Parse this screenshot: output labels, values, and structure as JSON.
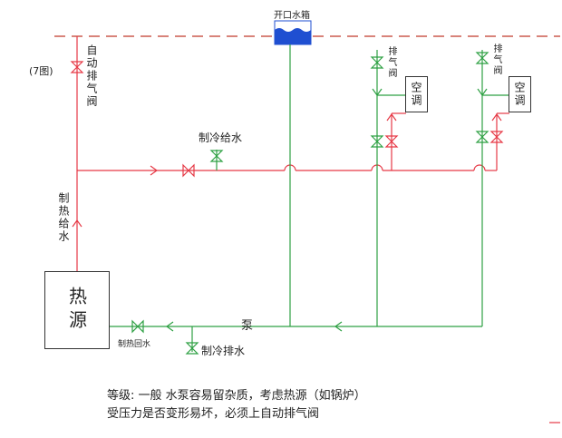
{
  "colors": {
    "supply_red": "#e63946",
    "return_green": "#2ea043",
    "dashed_red": "#c0392b",
    "tank_blue": "#1f4fd1"
  },
  "labels": {
    "open_tank": "开口水箱",
    "auto_vent_valve": "自动排气阀",
    "fig_ref": "(7图)",
    "cooling_supply": "制冷给水",
    "heating_supply": "制热给水",
    "vent_valve_1": "排气阀",
    "vent_valve_2": "排气阀",
    "ac_1": "空调",
    "ac_2": "空调",
    "heat_source": "热源",
    "pump": "泵",
    "heating_return": "制热回水",
    "cooling_drain": "制冷排水"
  },
  "notes": {
    "line1": "等级: 一般 水泵容易留杂质，考虑热源（如锅炉）",
    "line2": "受压力是否变形易坏，必须上自动排气阀"
  }
}
